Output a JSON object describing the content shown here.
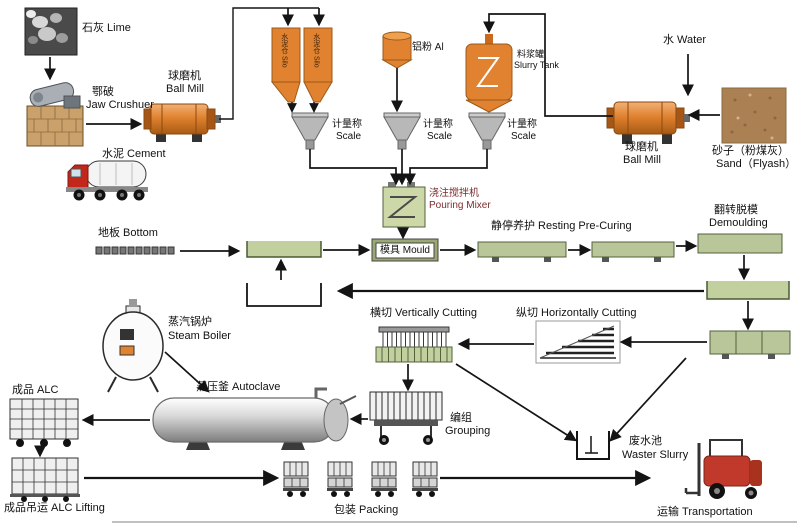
{
  "labels": {
    "lime": "石灰 Lime",
    "jaw_crusher_zh": "鄂破",
    "jaw_crusher_en": "Jaw Crushuer",
    "ball_mill_zh": "球磨机",
    "ball_mill_en": "Ball Mill",
    "cement": "水泥 Cement",
    "silo": "水泥仓 Silo",
    "scale_zh": "计量称",
    "scale_en": "Scale",
    "aluminum": "铝粉 Al",
    "slurry_tank_zh": "料浆罐",
    "slurry_tank_en": "Slurry Tank",
    "water": "水 Water",
    "sand_zh": "砂子（粉煤灰）",
    "sand_en": "Sand（Flyash）",
    "pouring_mixer_zh": "浇注搅拌机",
    "pouring_mixer_en": "Pouring Mixer",
    "bottom": "地板 Bottom",
    "mould": "模具 Mould",
    "resting": "静停养护 Resting Pre-Curing",
    "demoulding_zh": "翻转脱模",
    "demoulding_en": "Demoulding",
    "vertical_cutting": "横切 Vertically Cutting",
    "horizontal_cutting": "纵切 Horizontally Cutting",
    "steam_boiler_zh": "蒸汽锅炉",
    "steam_boiler_en": "Steam Boiler",
    "autoclave": "蒸压釜 Autoclave",
    "alc": "成品 ALC",
    "grouping_zh": "编组",
    "grouping_en": "Grouping",
    "waste_zh": "废水池",
    "waste_en": "Waster Slurry",
    "alc_lifting": "成品吊运 ALC Lifting",
    "packing": "包装 Packing",
    "transportation": "运输 Transportation"
  },
  "colors": {
    "equipment_orange": "#e0822f",
    "tray_green": "#c2cf9f",
    "slab_green": "#b9c69a",
    "mixer_green": "#cdd8a8",
    "truck_red": "#c1271b",
    "forklift_red": "#c0392b",
    "sand_brown": "#ab8153",
    "label_maroon": "#7a2c2c",
    "arrow_black": "#141414"
  }
}
